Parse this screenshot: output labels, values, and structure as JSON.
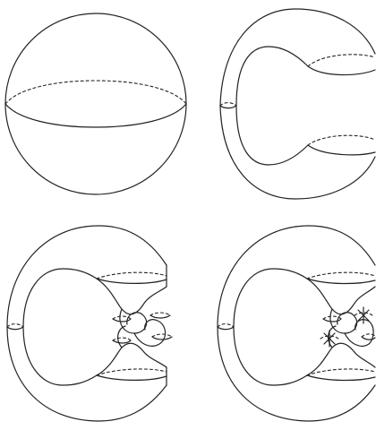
{
  "figure": {
    "panels": [
      {
        "position": "top-left",
        "content": "sphere-with-equator"
      },
      {
        "position": "top-right",
        "content": "sphere-with-horseshoe-cut"
      },
      {
        "position": "bottom-left",
        "content": "sphere-with-branched-cut"
      },
      {
        "position": "bottom-right",
        "content": "sphere-with-branched-cut-and-crossings"
      }
    ]
  }
}
